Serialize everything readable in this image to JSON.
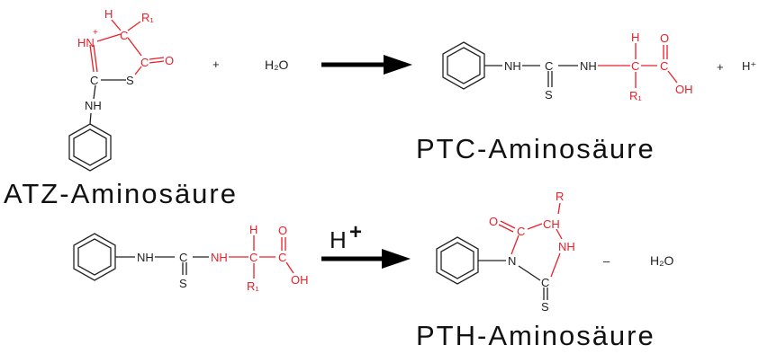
{
  "colors": {
    "black": "#222222",
    "red": "#e8202a",
    "arrow": "#000000"
  },
  "captions": {
    "atz": "ATZ-Aminosäure",
    "ptc": "PTC-Aminosäure",
    "pth": "PTH-Aminosäure"
  },
  "reaction1": {
    "plus1": "+",
    "water": "H₂O",
    "plus2": "+",
    "proton": "H⁺"
  },
  "reaction2": {
    "catalyst": "H",
    "catalyst_sup": "+",
    "minus": "–",
    "water": "H₂O"
  },
  "atz": {
    "hn_plus": "HN",
    "plus": "+",
    "h": "H",
    "c_alpha": "C",
    "r1": "R₁",
    "c_carbonyl": "C",
    "o": "O",
    "s": "S",
    "c_thio": "C",
    "nh": "NH"
  },
  "ptc1": {
    "nh1": "NH",
    "c": "C",
    "s": "S",
    "nh2": "NH",
    "h": "H",
    "c_alpha": "C",
    "r1": "R₁",
    "c_acid": "C",
    "o": "O",
    "oh": "OH"
  },
  "ptc2": {
    "nh1": "NH",
    "c": "C",
    "s": "S",
    "nh2": "NH",
    "h": "H",
    "c_alpha": "C",
    "r1": "R₁",
    "c_acid": "C",
    "o": "O",
    "oh": "OH"
  },
  "pth": {
    "r": "R",
    "o": "O",
    "c_carbonyl": "C",
    "ch": "CH",
    "nh": "NH",
    "n": "N",
    "c_thio": "C",
    "s": "S"
  }
}
